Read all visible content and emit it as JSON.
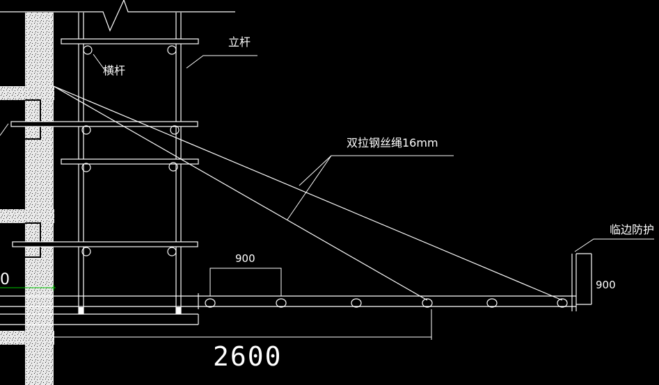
{
  "labels": {
    "upright_pole": "立杆",
    "cross_bar": "横杆",
    "steel_cable": "双拉钢丝绳16mm",
    "edge_guard": "临边防护"
  },
  "dimensions": {
    "spacing": "900",
    "guard_height": "900",
    "platform_length": "2600",
    "left_partial": "0"
  },
  "colors": {
    "background": "#000000",
    "line": "#ffffff",
    "wall_fill": "#e9e9e9",
    "wall_speckle": "#222222",
    "green_marker": "#00c800"
  }
}
